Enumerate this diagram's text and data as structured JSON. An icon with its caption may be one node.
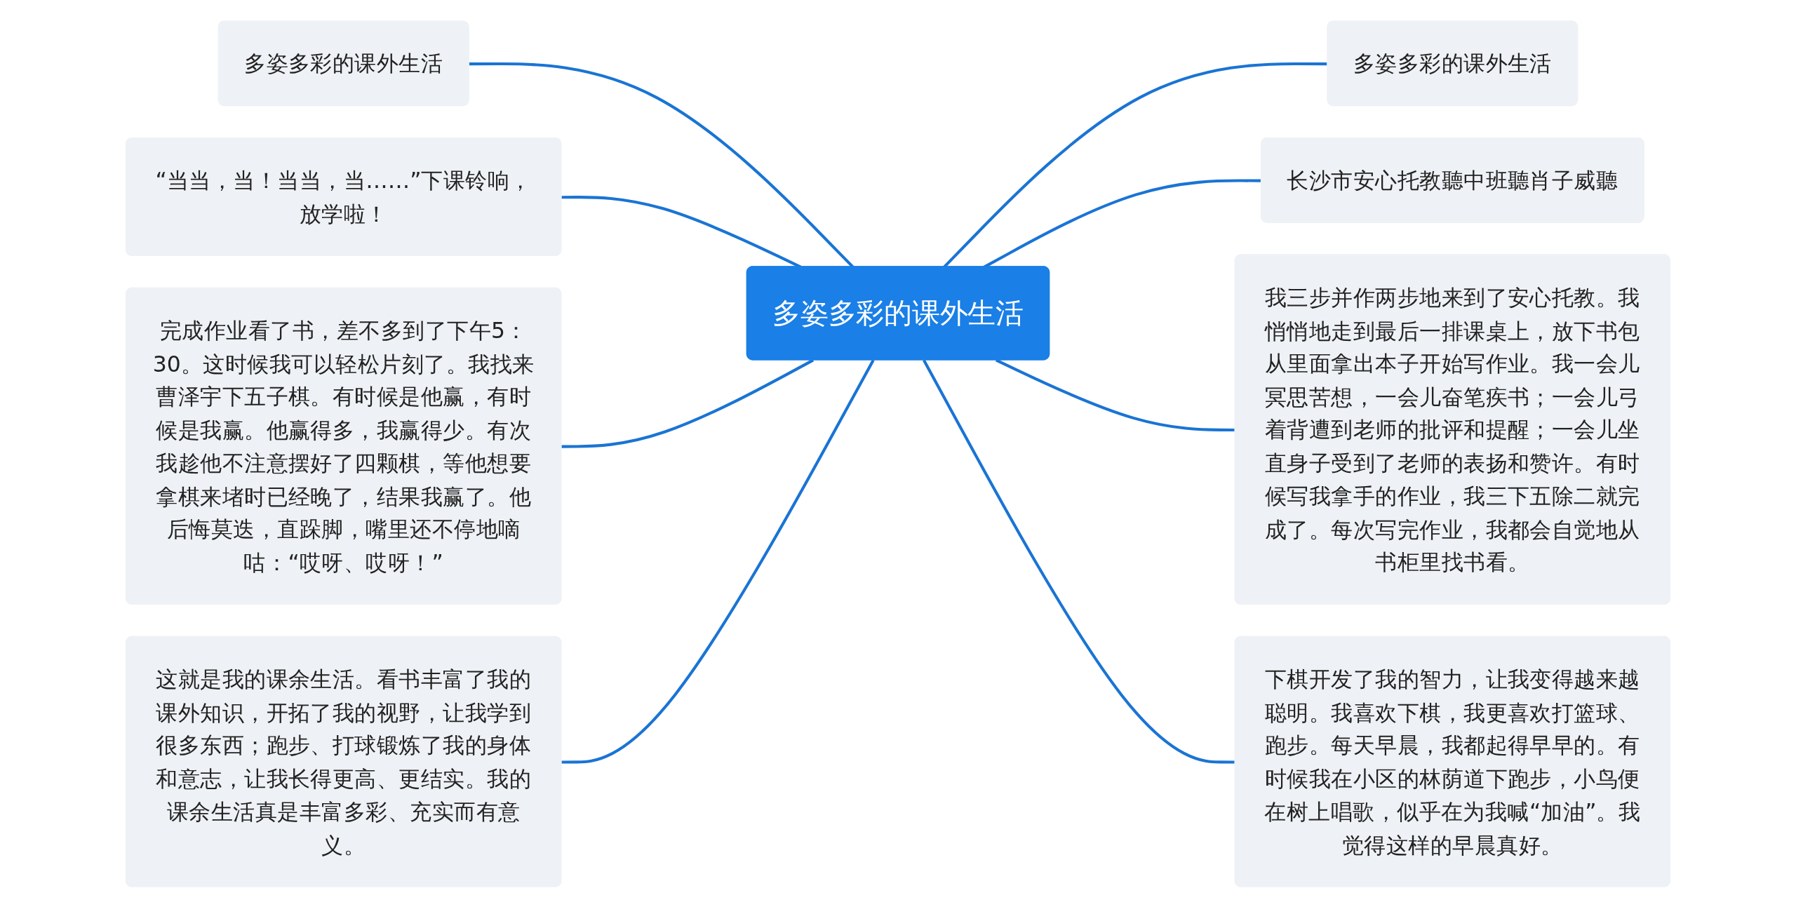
{
  "diagram": {
    "nodes": [
      {
        "text": [
          "多姿多彩的课外生活"
        ]
      },
      {
        "text": [
          "多姿多彩的课外生活"
        ]
      },
      {
        "text": [
          "长沙市安心托教聽中班聽肖子威聽"
        ]
      },
      {
        "text": [
          "我三步并作两步地来到了安心托教。我悄悄地走到最后一排课桌上，放下书包从里面拿出本子开始写作业。我一会儿冥思苦想，一会儿奋笔疾书；一会儿弓着背遭到老师的批评和提醒；一会儿坐直身子受到了老师的表扬和赞许。有时候写我拿手的作业，我三下五除二就完成了。每次写完作业，我都会自觉地从书柜里找书看。"
        ]
      },
      {
        "text": [
          "下棋开发了我的智力，让我变得越来越聪明。我喜欢下棋，我更喜欢打篮球、跑步。每天早晨，我都起得早早的。有时候我在小区的林荫道下跑步，小鸟便在树上唱歌，似乎在为我喊“加油”。我觉得这样的早晨真好。"
        ]
      },
      {
        "text": [
          "多姿多彩的课外生活"
        ]
      },
      {
        "text": [
          "“当当，当！当当，当……”下课铃响，放学啦！"
        ]
      },
      {
        "text": [
          "完成作业看了书，差不多到了下午5：30。这时候我可以轻松片刻了。我找来曹泽宇下五子棋。有时候是他赢，有时候是我赢。他赢得多，我赢得少。有次我趁他不注意摆好了四颗棋，等他想要拿棋来堵时已经晚了，结果我赢了。他后悔莫迭，直跺脚，嘴里还不停地嘀咕：“哎呀、哎呀！”"
        ]
      },
      {
        "text": [
          "这就是我的课余生活。看书丰富了我的课外知识，开拓了我的视野，让我学到很多东西；跑步、打球锻炼了我的身体和意志，让我长得更高、更结实。我的课余生活真是丰富多彩、充实而有意义。"
        ]
      }
    ],
    "edges": [
      {
        "from": 0,
        "to": 1,
        "arrow": "none"
      },
      {
        "from": 0,
        "to": 2,
        "arrow": "none"
      },
      {
        "from": 0,
        "to": 3,
        "arrow": "none"
      },
      {
        "from": 0,
        "to": 4,
        "arrow": "none"
      },
      {
        "from": 5,
        "to": 0,
        "arrow": "none"
      },
      {
        "from": 6,
        "to": 0,
        "arrow": "none"
      },
      {
        "from": 7,
        "to": 0,
        "arrow": "none"
      },
      {
        "from": 8,
        "to": 0,
        "arrow": "none"
      }
    ]
  }
}
